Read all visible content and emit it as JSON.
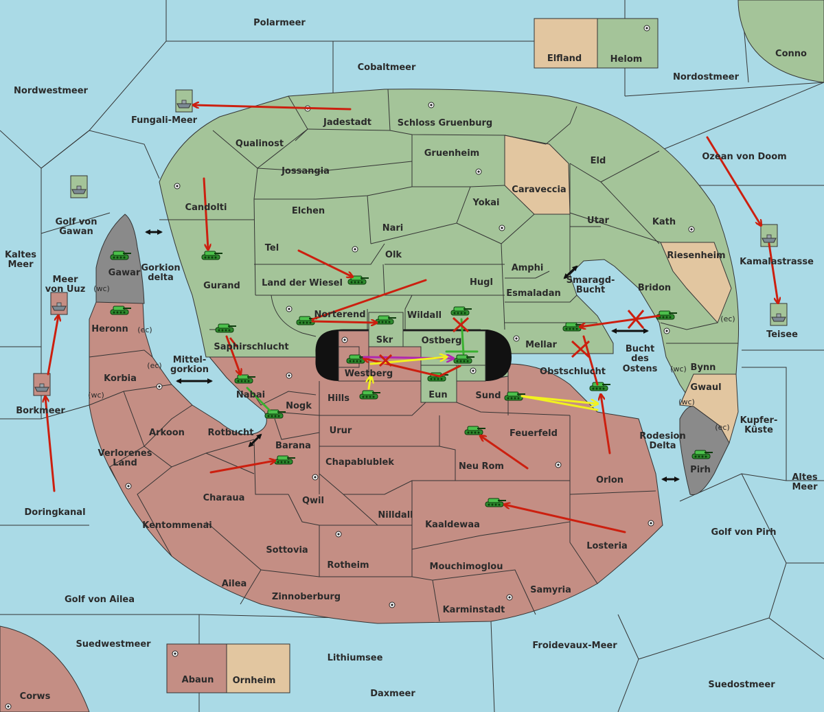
{
  "colors": {
    "sea": "#aadae6",
    "green": "#a4c499",
    "red": "#c48e84",
    "tan": "#e2c6a0",
    "grey": "#8a8a8a",
    "border": "#333333",
    "arrow_red": "#cc1f0f",
    "arrow_yellow": "#f2f21e",
    "arrow_magenta": "#b028b0",
    "arrow_green": "#3ab030"
  },
  "legend": {
    "abaun": "Abaun",
    "ornheim": "Ornheim",
    "elfland": "Elfland",
    "helom": "Helom"
  },
  "seas": {
    "polarmeer": "Polarmeer",
    "cobaltmeer": "Cobaltmeer",
    "nordwestmeer": "Nordwestmeer",
    "fungali_meer": "Fungali-Meer",
    "nordostmeer": "Nordostmeer",
    "conno": "Conno",
    "ozean_von_doom": "Ozean von Doom",
    "golf_von_gawan_1": "Golf von",
    "golf_von_gawan_2": "Gawan",
    "kaltes_meer_1": "Kaltes",
    "kaltes_meer_2": "Meer",
    "meer_von_uuz_1": "Meer",
    "meer_von_uuz_2": "von Uuz",
    "borkmeer": "Borkmeer",
    "doringkanal": "Doringkanal",
    "golf_von_ailea": "Golf von Ailea",
    "suedwestmeer": "Suedwestmeer",
    "corws": "Corws",
    "lithiumsee": "Lithiumsee",
    "daxmeer": "Daxmeer",
    "froidevaux_meer": "Froidevaux-Meer",
    "suedostmeer": "Suedostmeer",
    "golf_von_pirh": "Golf von Pirh",
    "altes_meer_1": "Altes",
    "altes_meer_2": "Meer",
    "kupfer_kueste_1": "Kupfer-",
    "kupfer_kueste_2": "Küste",
    "kamalastrasse": "Kamalastrasse",
    "teisee": "Teisee",
    "rodesion_delta_1": "Rodesion",
    "rodesion_delta_2": "Delta",
    "bucht_des_ostens_1": "Bucht",
    "bucht_des_ostens_2": "des",
    "bucht_des_ostens_3": "Ostens",
    "smaragd_bucht_1": "Smaragd-",
    "smaragd_bucht_2": "Bucht",
    "gorkion_delta_1": "Gorkion",
    "gorkion_delta_2": "delta",
    "mittel_gorkion_1": "Mittel-",
    "mittel_gorkion_2": "gorkion",
    "rotbucht": "Rotbucht"
  },
  "provinces_green": {
    "jadestadt": "Jadestadt",
    "schloss_gruenburg": "Schloss Gruenburg",
    "qualinost": "Qualinost",
    "gruenheim": "Gruenheim",
    "eld": "Eld",
    "jossangia": "Jossangia",
    "candolti": "Candolti",
    "elchen": "Elchen",
    "yokai": "Yokai",
    "utar": "Utar",
    "kath": "Kath",
    "nari": "Nari",
    "tel": "Tel",
    "olk": "Olk",
    "amphi": "Amphi",
    "gurand": "Gurand",
    "land_der_wiesel": "Land der Wiesel",
    "hugl": "Hugl",
    "bridon": "Bridon",
    "esmaladan": "Esmaladan",
    "norterend": "Norterend",
    "wildall": "Wildall",
    "skr": "Skr",
    "ostberg": "Ostberg",
    "mellar": "Mellar",
    "saphirschlucht": "Saphirschlucht",
    "bynn": "Bynn"
  },
  "provinces_tan": {
    "caraveccia": "Caraveccia",
    "riesenheim": "Riesenheim",
    "gwaul": "Gwaul"
  },
  "provinces_red": {
    "heronn": "Heronn",
    "korbia": "Korbia",
    "arkoon": "Arkoon",
    "verlorenes_land_1": "Verlorenes",
    "verlorenes_land_2": "Land",
    "westberg": "Westberg",
    "nabai": "Nabai",
    "nogk": "Nogk",
    "hills": "Hills",
    "eun": "Eun",
    "sund": "Sund",
    "obstschlucht": "Obstschlucht",
    "urur": "Urur",
    "feuerfeld": "Feuerfeld",
    "barana": "Barana",
    "chapablublek": "Chapablublek",
    "neu_rom": "Neu Rom",
    "orlon": "Orlon",
    "charaua": "Charaua",
    "qwil": "Qwil",
    "nilldall": "Nilldall",
    "kentommenai": "Kentommenai",
    "kaaldewaa": "Kaaldewaa",
    "losteria": "Losteria",
    "sottovia": "Sottovia",
    "rotheim": "Rotheim",
    "mouchimoglou": "Mouchimoglou",
    "samyria": "Samyria",
    "ailea": "Ailea",
    "zinnoberburg": "Zinnoberburg",
    "karminstadt": "Karminstadt"
  },
  "provinces_grey": {
    "gawar": "Gawar",
    "pirh": "Pirh"
  },
  "coasts": {
    "wc": "(wc)",
    "ec": "(ec)"
  }
}
